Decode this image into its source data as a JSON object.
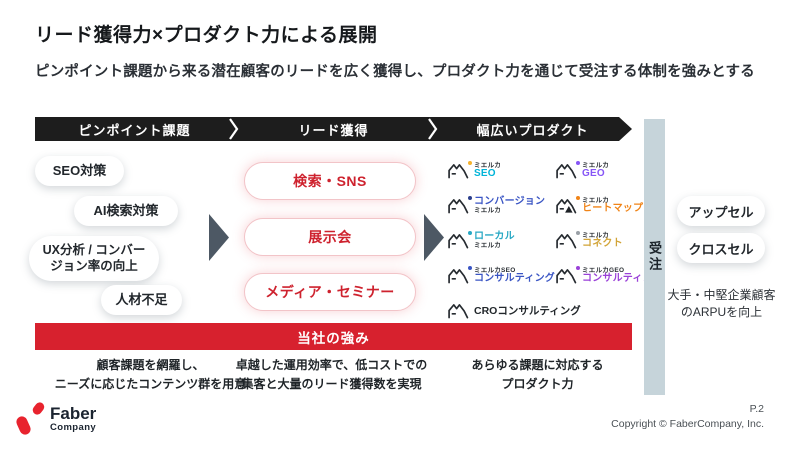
{
  "slide": {
    "title": "リード獲得力×プロダクト力による展開",
    "subtitle": "ピンポイント課題から来る潜在顧客のリードを広く獲得し、プロダクト力を通じて受注する体制を強みとする",
    "page_number": "P.2",
    "copyright": "Copyright © FaberCompany, Inc."
  },
  "logo": {
    "name": "Faber",
    "sub": "Company"
  },
  "flow": {
    "stages": [
      {
        "label": "ピンポイント課題"
      },
      {
        "label": "リード獲得"
      },
      {
        "label": "幅広いプロダクト"
      }
    ]
  },
  "pinpoint": {
    "items": [
      {
        "label": "SEO対策"
      },
      {
        "label": "AI検索対策"
      },
      {
        "label": "UX分析 / コンバー\nジョン率の向上"
      },
      {
        "label": "人材不足"
      }
    ]
  },
  "lead": {
    "items": [
      {
        "label": "検索・SNS"
      },
      {
        "label": "展示会"
      },
      {
        "label": "メディア・セミナー"
      }
    ]
  },
  "products": {
    "items": [
      {
        "name": "ミエルカSEO",
        "line1": "ミエルカ",
        "line2": "SEO",
        "color": "#00b4d8",
        "accent": "#f5b32f"
      },
      {
        "name": "ミエルカGEO",
        "line1": "ミエルカ",
        "line2": "GEO",
        "color": "#8655f6",
        "accent": "#8655f6"
      },
      {
        "name": "ミエルカコンバージョン",
        "line1": "コンバージョン",
        "line2": "ミエルカ",
        "color": "#3a55c4",
        "accent": "#2b3f8c"
      },
      {
        "name": "ミエルカヒートマップ",
        "line1": "ミエルカ",
        "line2": "ヒートマップ",
        "color": "#f08418",
        "accent": "#f08418"
      },
      {
        "name": "ミエルカローカル",
        "line1": "ローカル",
        "line2": "ミエルカ",
        "color": "#28a8c4",
        "accent": "#28a8c4"
      },
      {
        "name": "ミエルカコネクト",
        "line1": "ミエルカ",
        "line2": "コネクト",
        "color": "#d2a437",
        "accent": "#9aa0a6"
      },
      {
        "name": "ミエルカSEOコンサルティング",
        "line1": "ミエルカSEO",
        "line2": "コンサルティング",
        "color": "#3a55c4",
        "accent": "#3a55c4"
      },
      {
        "name": "ミエルカGEOコンサルティング",
        "line1": "ミエルカGEO",
        "line2": "コンサルティング",
        "color": "#9a41d8",
        "accent": "#9a41d8"
      },
      {
        "name": "CROコンサルティング",
        "label": "CROコンサルティング"
      }
    ]
  },
  "order": {
    "label": "受注"
  },
  "expansion": {
    "items": [
      {
        "label": "アップセル"
      },
      {
        "label": "クロスセル"
      }
    ],
    "note": "大手・中堅企業顧客\nのARPUを向上"
  },
  "strengths": {
    "banner": "当社の強み",
    "items": [
      {
        "text": "顧客課題を網羅し、\nニーズに応じたコンテンツ群を用意"
      },
      {
        "text": "卓越した運用効率で、低コストでの\n集客と大量のリード獲得数を実現"
      },
      {
        "text": "あらゆる課題に対応する\nプロダクト力"
      }
    ]
  },
  "colors": {
    "accent_red": "#d7212e",
    "banner_dark": "#1d1d1d",
    "order_bar_bg": "#c6d4da",
    "arrow_gray": "#4d5864",
    "logo_red": "#e8232e"
  }
}
